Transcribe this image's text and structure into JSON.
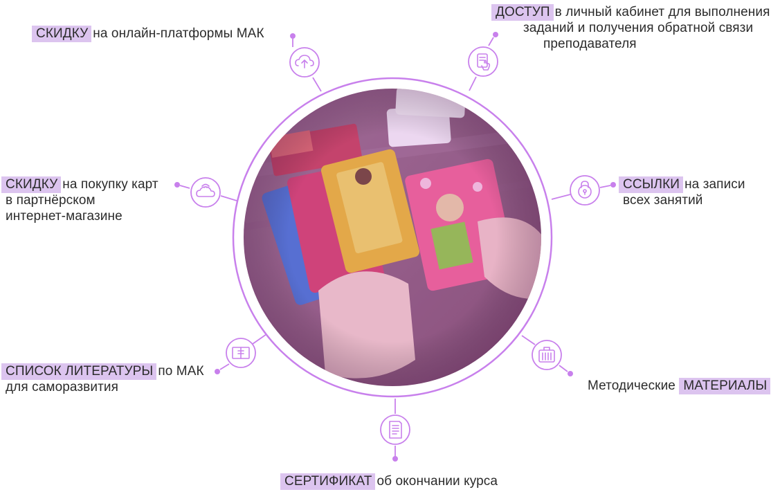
{
  "colors": {
    "accent": "#c880ec",
    "highlight": "#dcc4ef",
    "text": "#2b2b2b"
  },
  "center": {
    "image": "photo-hands-holding-metaphorical-cards"
  },
  "items": [
    {
      "id": "discount-platforms",
      "icon": "cloud-upload-icon",
      "keyword": "СКИДКУ",
      "lines": [
        "на онлайн-платформы МАК"
      ]
    },
    {
      "id": "access-cabinet",
      "icon": "touch-document-icon",
      "keyword": "ДОСТУП",
      "lines": [
        "в личный кабинет для выполнения",
        "заданий и получения обратной связи",
        "преподавателя"
      ]
    },
    {
      "id": "discount-cards",
      "icon": "cloud-wifi-icon",
      "keyword": "СКИДКУ",
      "lines": [
        "на покупку карт",
        "в партнёрском",
        "интернет-магазине"
      ]
    },
    {
      "id": "links-recordings",
      "icon": "lock-icon",
      "keyword": "ССЫЛКИ",
      "lines": [
        "на записи",
        "всех занятий"
      ]
    },
    {
      "id": "literature-list",
      "icon": "book-icon",
      "keyword": "СПИСОК ЛИТЕРАТУРЫ",
      "lines": [
        "по МАК",
        "для саморазвития"
      ]
    },
    {
      "id": "materials",
      "icon": "briefcase-icon",
      "prefix": "Методические",
      "keyword": "МАТЕРИАЛЫ",
      "lines": []
    },
    {
      "id": "certificate",
      "icon": "certificate-icon",
      "keyword": "СЕРТИФИКАТ",
      "lines": [
        "об окончании курса"
      ]
    }
  ]
}
